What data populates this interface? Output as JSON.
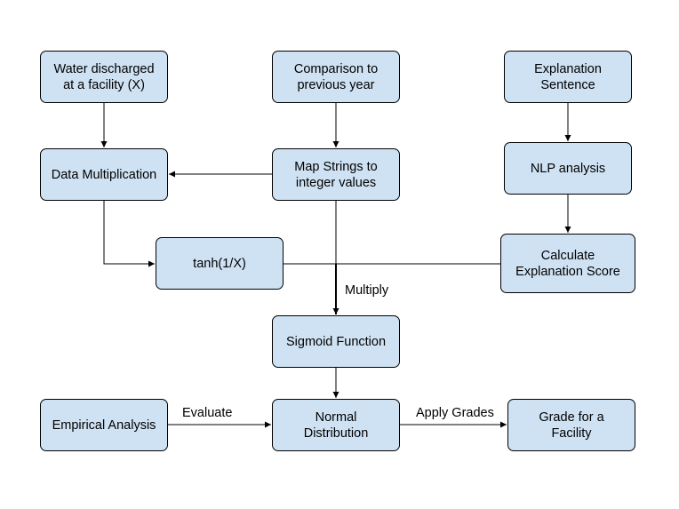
{
  "diagram": {
    "nodes": {
      "water": "Water discharged\nat a facility (X)",
      "compare": "Comparison to\nprevious year",
      "explain": "Explanation\nSentence",
      "datamult": "Data Multiplication",
      "mapstr": "Map Strings to\ninteger values",
      "nlp": "NLP analysis",
      "tanh": "tanh(1/X)",
      "calcscore": "Calculate\nExplanation Score",
      "sigmoid": "Sigmoid Function",
      "empirical": "Empirical Analysis",
      "normal": "Normal\nDistribution",
      "grade": "Grade for a\nFacility"
    },
    "edge_labels": {
      "multiply": "Multiply",
      "evaluate": "Evaluate",
      "apply": "Apply Grades"
    }
  }
}
